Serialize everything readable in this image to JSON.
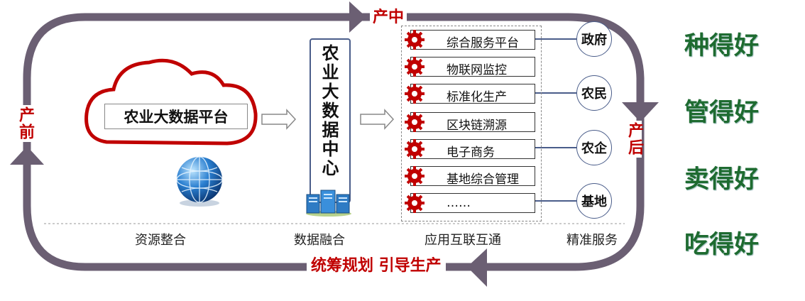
{
  "stage_labels": {
    "pre": "产前",
    "mid": "产中",
    "post": "产后"
  },
  "platform": {
    "cloud_title": "农业大数据平台",
    "center_title": "农业大数据中心"
  },
  "apps": [
    "综合服务平台",
    "物联网监控",
    "标准化生产",
    "区块链溯源",
    "电子商务",
    "基地综合管理",
    "……"
  ],
  "stakeholders": [
    "政府",
    "农民",
    "农企",
    "基地"
  ],
  "bottom_labels": [
    "资源整合",
    "数据融合",
    "应用互联互通",
    "精准服务"
  ],
  "loop_caption": "统筹规划 引导生产",
  "results": [
    "种得好",
    "管得好",
    "卖得好",
    "吃得好"
  ],
  "colors": {
    "loop": "#6b5f73",
    "stage_text": "#c00000",
    "result_text": "#1e6b30",
    "cloud_stroke": "#c00000",
    "connector": "#4a5d8a",
    "gear": "#c00000"
  },
  "icons": {
    "cloud": "cloud-icon",
    "globe": "globe-icon",
    "servers": "server-rack-icon",
    "gear": "gear-icon",
    "arrow": "hollow-arrow-icon"
  }
}
